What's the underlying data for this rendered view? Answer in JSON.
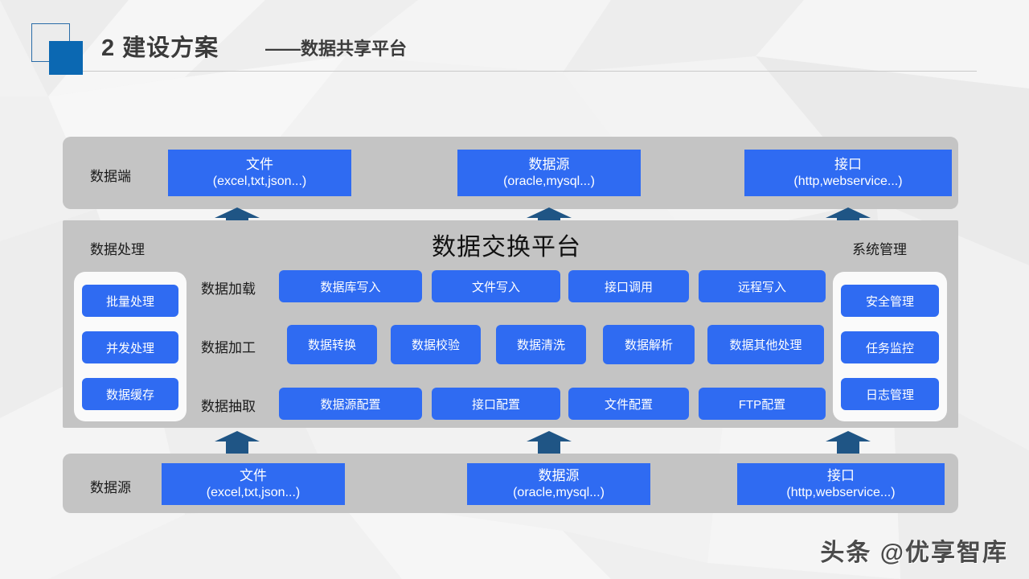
{
  "header": {
    "logo_icon": "nested-squares-logo",
    "title": "2 建设方案",
    "subtitle": "——数据共享平台"
  },
  "watermark": "头条 @优享智库",
  "colors": {
    "accent_blue": "#2f6bf2",
    "logo_blue": "#0b68b2",
    "arrow_blue": "#1f5585",
    "panel_gray": "#c4c4c4",
    "card_white": "#fafafa",
    "page_bg": "#f2f2f2"
  },
  "diagram": {
    "top_tier": {
      "label": "数据端",
      "boxes": [
        {
          "title": "文件",
          "sub": "(excel,txt,json...)"
        },
        {
          "title": "数据源",
          "sub": "(oracle,mysql...)"
        },
        {
          "title": "接口",
          "sub": "(http,webservice...)"
        }
      ]
    },
    "middle_tier": {
      "left_label": "数据处理",
      "right_label": "系统管理",
      "platform_title": "数据交换平台",
      "left_card": {
        "items": [
          "批量处理",
          "并发处理",
          "数据缓存"
        ]
      },
      "right_card": {
        "items": [
          "安全管理",
          "任务监控",
          "日志管理"
        ]
      },
      "rows": [
        {
          "label": "数据加载",
          "items": [
            "数据库写入",
            "文件写入",
            "接口调用",
            "远程写入"
          ]
        },
        {
          "label": "数据加工",
          "items": [
            "数据转换",
            "数据校验",
            "数据清洗",
            "数据解析",
            "数据其他处理"
          ]
        },
        {
          "label": "数据抽取",
          "items": [
            "数据源配置",
            "接口配置",
            "文件配置",
            "FTP配置"
          ]
        }
      ]
    },
    "bottom_tier": {
      "label": "数据源",
      "boxes": [
        {
          "title": "文件",
          "sub": "(excel,txt,json...)"
        },
        {
          "title": "数据源",
          "sub": "(oracle,mysql...)"
        },
        {
          "title": "接口",
          "sub": "(http,webservice...)"
        }
      ]
    },
    "arrows": {
      "icon": "arrow-up-icon",
      "upper_count": 3,
      "lower_count": 3
    }
  }
}
